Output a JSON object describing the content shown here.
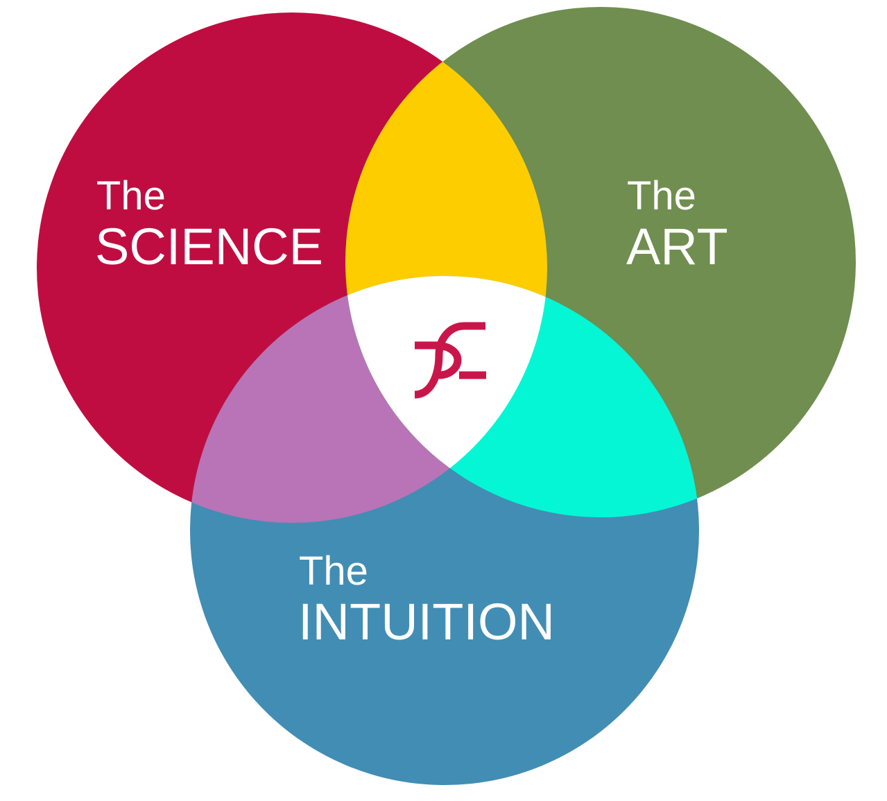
{
  "circles": {
    "science": {
      "prefix": "The",
      "label": "SCIENCE",
      "color": "#c00d41"
    },
    "art": {
      "prefix": "The",
      "label": "ART",
      "color": "#6f8e4f"
    },
    "intuition": {
      "prefix": "The",
      "label": "INTUITION",
      "color": "#428db4"
    }
  },
  "overlaps": {
    "science_art": {
      "color": "#fecd00"
    },
    "science_intuition": {
      "color": "#b874b6"
    },
    "art_intuition": {
      "color": "#04f6d5"
    },
    "center": {
      "color": "#ffffff"
    }
  },
  "logo": {
    "icon": "sc-monogram-logo",
    "color": "#c9164a"
  }
}
